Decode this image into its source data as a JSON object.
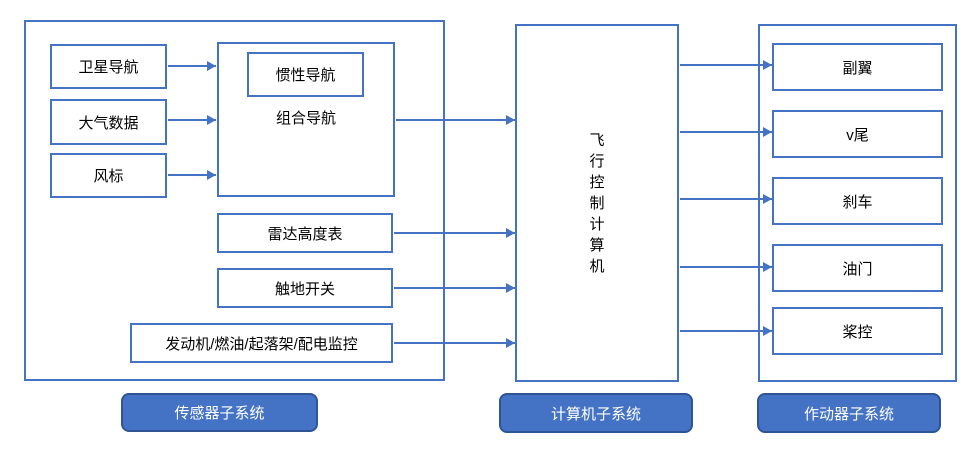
{
  "diagram": {
    "title_implicit": "",
    "colors": {
      "accent_blue": "#4472C4",
      "pill_fill": "#4472C4",
      "pill_border": "#2F5597",
      "box_text": "#000000",
      "pill_text": "#FFFFFF"
    },
    "sensor_subsystem": {
      "pill_label": "传感器子系统",
      "sources": [
        "卫星导航",
        "大气数据",
        "风标"
      ],
      "nav_box": {
        "inner_box": "惯性导航",
        "label": "组合导航"
      },
      "other_sensors": [
        "雷达高度表",
        "触地开关",
        "发动机/燃油/起落架/配电监控"
      ]
    },
    "computer_subsystem": {
      "pill_label": "计算机子系统",
      "computer": "飞行控制计算机"
    },
    "actuator_subsystem": {
      "pill_label": "作动器子系统",
      "actuators": [
        "副翼",
        "v尾",
        "刹车",
        "油门",
        "桨控"
      ]
    }
  }
}
